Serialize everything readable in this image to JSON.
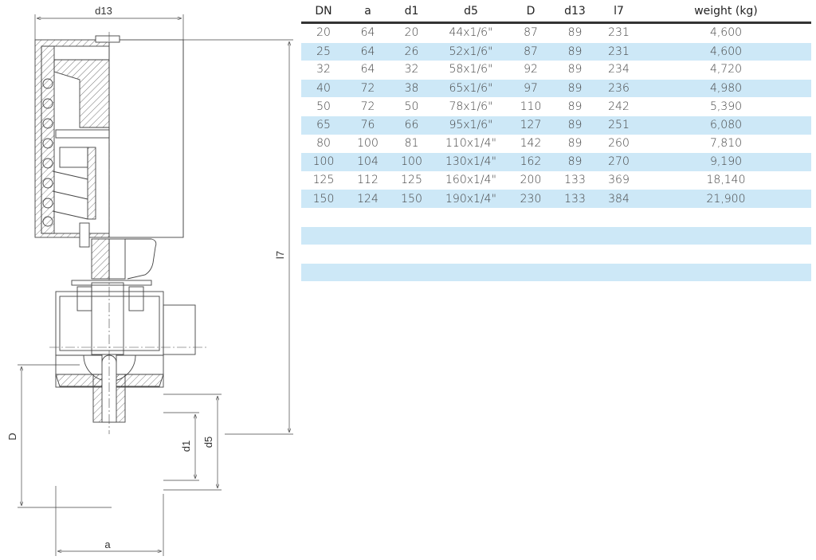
{
  "drawing": {
    "labels": {
      "d13": "d13",
      "l7": "l7",
      "D": "D",
      "d1": "d1",
      "d5": "d5",
      "a": "a"
    }
  },
  "table": {
    "headers": [
      "DN",
      "a",
      "d1",
      "d5",
      "D",
      "d13",
      "l7",
      "weight (kg)"
    ],
    "rows": [
      [
        "20",
        "64",
        "20",
        "44x1/6\"",
        "87",
        "89",
        "231",
        "4,600"
      ],
      [
        "25",
        "64",
        "26",
        "52x1/6\"",
        "87",
        "89",
        "231",
        "4,600"
      ],
      [
        "32",
        "64",
        "32",
        "58x1/6\"",
        "92",
        "89",
        "234",
        "4,720"
      ],
      [
        "40",
        "72",
        "38",
        "65x1/6\"",
        "97",
        "89",
        "236",
        "4,980"
      ],
      [
        "50",
        "72",
        "50",
        "78x1/6\"",
        "110",
        "89",
        "242",
        "5,390"
      ],
      [
        "65",
        "76",
        "66",
        "95x1/6\"",
        "127",
        "89",
        "251",
        "6,080"
      ],
      [
        "80",
        "100",
        "81",
        "110x1/4\"",
        "142",
        "89",
        "260",
        "7,810"
      ],
      [
        "100",
        "104",
        "100",
        "130x1/4\"",
        "162",
        "89",
        "270",
        "9,190"
      ],
      [
        "125",
        "112",
        "125",
        "160x1/4\"",
        "200",
        "133",
        "369",
        "18,140"
      ],
      [
        "150",
        "124",
        "150",
        "190x1/4\"",
        "230",
        "133",
        "384",
        "21,900"
      ],
      [
        "",
        "",
        "",
        "",
        "",
        "",
        "",
        ""
      ],
      [
        "",
        "",
        "",
        "",
        "",
        "",
        "",
        ""
      ],
      [
        "",
        "",
        "",
        "",
        "",
        "",
        "",
        ""
      ],
      [
        "",
        "",
        "",
        "",
        "",
        "",
        "",
        ""
      ]
    ]
  }
}
